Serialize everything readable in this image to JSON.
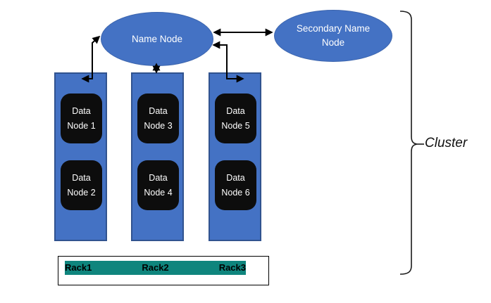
{
  "diagram": {
    "nodes": {
      "name_node": "Name Node",
      "secondary_name_node": "Secondary Name Node"
    },
    "racks": [
      {
        "nodes": [
          "Data Node 1",
          "Data Node 2"
        ]
      },
      {
        "nodes": [
          "Data Node 3",
          "Data Node 4"
        ]
      },
      {
        "nodes": [
          "Data Node 5",
          "Data Node 6"
        ]
      }
    ],
    "rack_bar": {
      "labels": [
        "Rack1",
        "Rack2",
        "Rack3"
      ]
    },
    "cluster_label": "Cluster",
    "connections": [
      "name-node <-> rack-1",
      "name-node <-> rack-2",
      "name-node <-> rack-3",
      "name-node <-> secondary-name-node"
    ],
    "colors": {
      "shape_blue": "#4472C4",
      "rack_border_blue": "#31538f",
      "data_node_black": "#0d0d0d",
      "rack_label_teal": "#0f857d",
      "line_black": "#000000"
    }
  }
}
